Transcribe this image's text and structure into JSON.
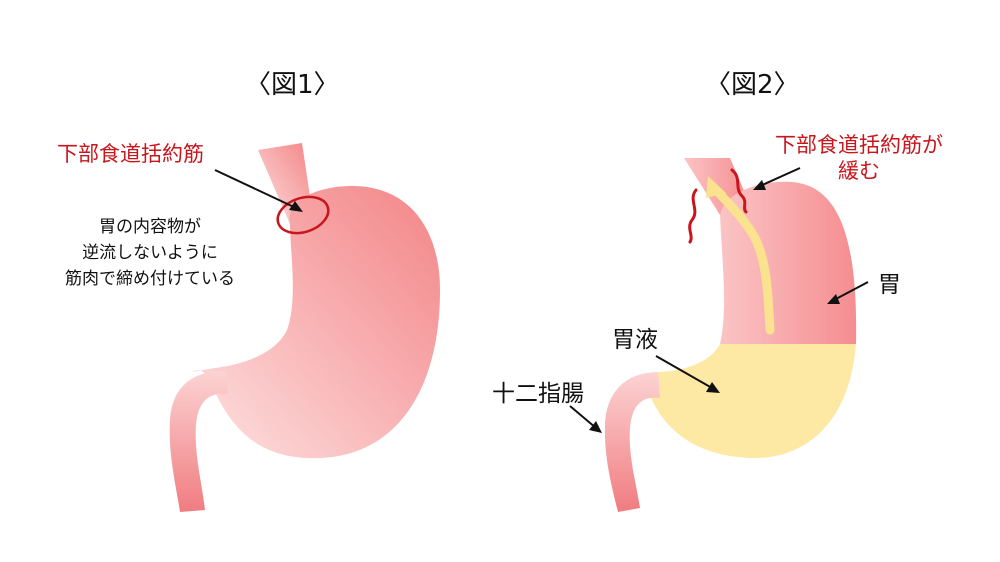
{
  "figure1": {
    "title": "〈図1〉",
    "sphincter_label": "下部食道括約筋",
    "description_lines": [
      "胃の内容物が",
      "逆流しないように",
      "筋肉で締め付けている"
    ]
  },
  "figure2": {
    "title": "〈図2〉",
    "sphincter_label_line1": "下部食道括約筋が",
    "sphincter_label_line2": "緩む",
    "stomach_label": "胃",
    "gastric_juice_label": "胃液",
    "duodenum_label": "十二指腸"
  },
  "colors": {
    "stomach_pink": "#f48a8c",
    "stomach_light": "#fde4e4",
    "gastric_juice": "#fde9a3",
    "accent_red": "#c8161d"
  }
}
